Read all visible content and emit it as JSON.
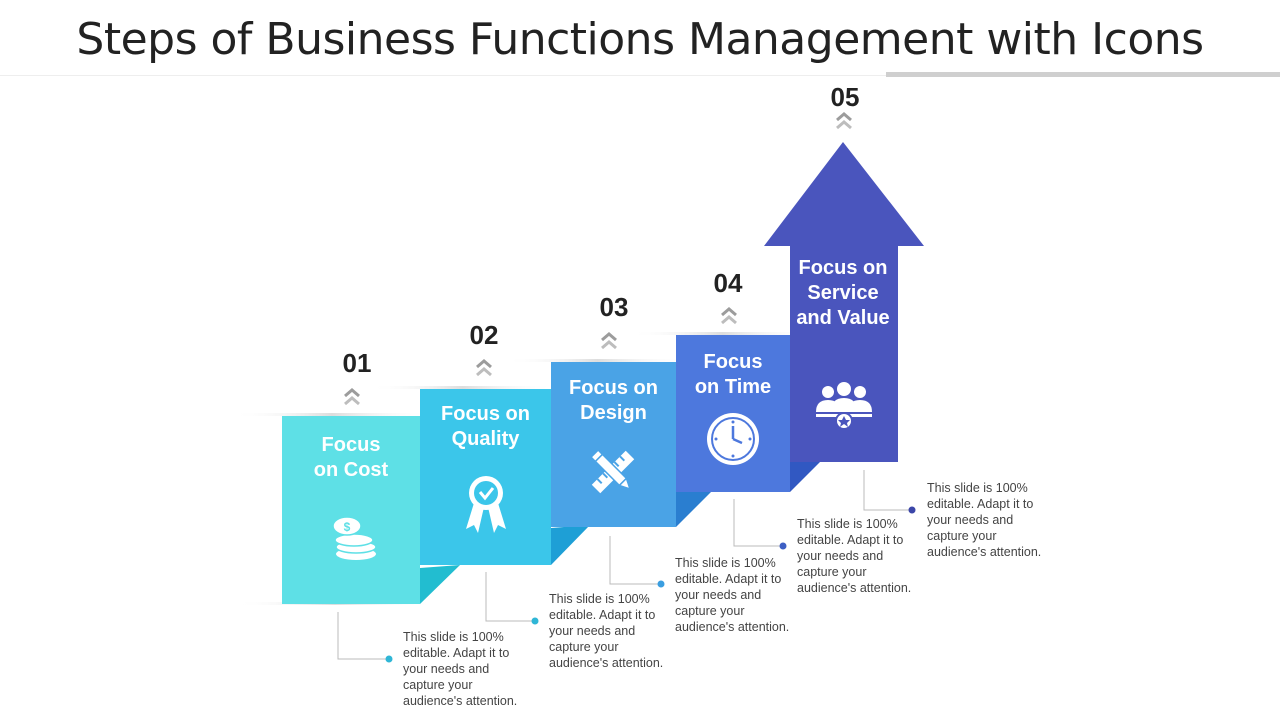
{
  "title": "Steps of Business Functions Management with Icons",
  "colors": {
    "step1": "#5ee0e6",
    "step2": "#3bc6ea",
    "step3": "#4aa3e6",
    "step4": "#4d78dd",
    "step5": "#4a55bd",
    "dot1": "#2fb6d6",
    "dot4": "#3d5fc4",
    "dot5": "#3b46a8"
  },
  "steps": [
    {
      "number": "01",
      "label_lines": [
        "Focus",
        "on Cost"
      ],
      "icon": "coins-icon",
      "desc_lines": [
        "This slide is 100%",
        "editable. Adapt it to",
        "your needs and",
        "capture your",
        "audience's attention."
      ]
    },
    {
      "number": "02",
      "label_lines": [
        "Focus on",
        "Quality"
      ],
      "icon": "award-badge-icon",
      "desc_lines": [
        "This slide is 100%",
        "editable. Adapt it to",
        "your needs and",
        "capture your",
        "audience's attention."
      ]
    },
    {
      "number": "03",
      "label_lines": [
        "Focus on",
        "Design"
      ],
      "icon": "pencil-ruler-icon",
      "desc_lines": [
        "This slide is 100%",
        "editable. Adapt it to",
        "your needs and",
        "capture your",
        "audience's attention."
      ]
    },
    {
      "number": "04",
      "label_lines": [
        "Focus",
        "on Time"
      ],
      "icon": "clock-icon",
      "desc_lines": [
        "This slide is 100%",
        "editable. Adapt it to",
        "your needs and",
        "capture your",
        "audience's attention."
      ]
    },
    {
      "number": "05",
      "label_lines": [
        "Focus on",
        "Service",
        "and Value"
      ],
      "icon": "team-award-icon",
      "desc_lines": [
        "This slide is 100%",
        "editable. Adapt it to",
        "your needs and",
        "capture your",
        "audience's attention."
      ]
    }
  ]
}
